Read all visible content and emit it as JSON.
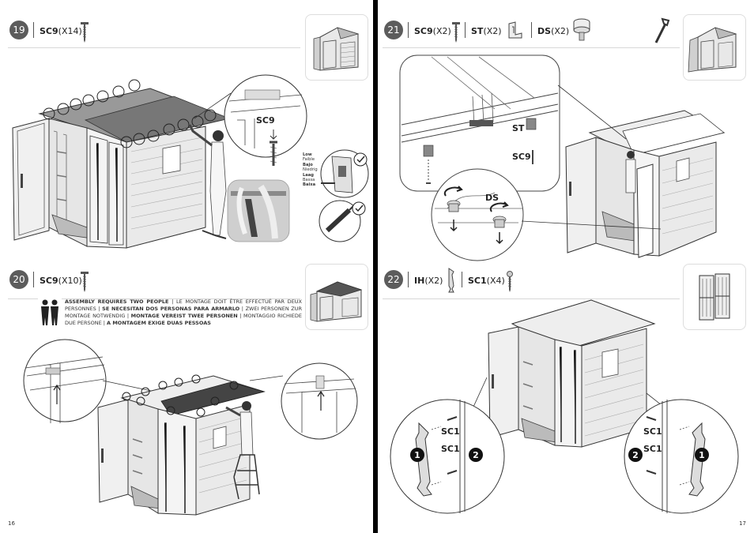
{
  "left_page": {
    "page_number": "16",
    "step19": {
      "number": "19",
      "parts": [
        {
          "code": "SC9",
          "qty": "(X14)",
          "icon": "screw-icon"
        }
      ],
      "callout_label": "SC9",
      "torque_levels": [
        {
          "text": "Low",
          "bold": true
        },
        {
          "text": "Faible",
          "bold": false
        },
        {
          "text": "Bajo",
          "bold": true
        },
        {
          "text": "Niedrig",
          "bold": false
        },
        {
          "text": "Laag",
          "bold": true
        },
        {
          "text": "Bassa",
          "bold": false
        },
        {
          "text": "Baixa",
          "bold": true
        }
      ]
    },
    "step20": {
      "number": "20",
      "parts": [
        {
          "code": "SC9",
          "qty": "(X10)",
          "icon": "screw-icon"
        }
      ],
      "warning": {
        "t1": "ASSEMBLY REQUIRES TWO PEOPLE",
        "s1": " | ",
        "t2": "LE MONTAGE DOIT ÊTRE EFFECTUÉ PAR DEUX PERSONNES",
        "s2": " | ",
        "t3": "SE NECESITAN DOS PERSONAS PARA ARMARLO",
        "s3": " | ",
        "t4": "ZWEI PERSONEN ZUR MONTAGE NOTWENDIG",
        "s4": " | ",
        "t5": "MONTAGE VEREIST TWEE PERSONEN",
        "s5": " | ",
        "t6": "MONTAGGIO RICHIEDE DUE PERSONE",
        "s6": " | ",
        "t7": "A MONTAGEM EXIGE DUAS PESSOAS"
      }
    }
  },
  "right_page": {
    "page_number": "17",
    "step21": {
      "number": "21",
      "parts": [
        {
          "code": "SC9",
          "qty": "(X2)",
          "icon": "screw-icon"
        },
        {
          "code": "ST",
          "qty": "(X2)",
          "icon": "bracket-icon"
        },
        {
          "code": "DS",
          "qty": "(X2)",
          "icon": "door-stopper-icon"
        }
      ],
      "callouts": {
        "st": "ST",
        "sc9": "SC9",
        "ds": "DS"
      }
    },
    "step22": {
      "number": "22",
      "parts": [
        {
          "code": "IH",
          "qty": "(X2)",
          "icon": "handle-icon"
        },
        {
          "code": "SC1",
          "qty": "(X4)",
          "icon": "screw-icon"
        }
      ],
      "callouts": {
        "sc1": "SC1",
        "one": "1",
        "two": "2"
      }
    }
  }
}
